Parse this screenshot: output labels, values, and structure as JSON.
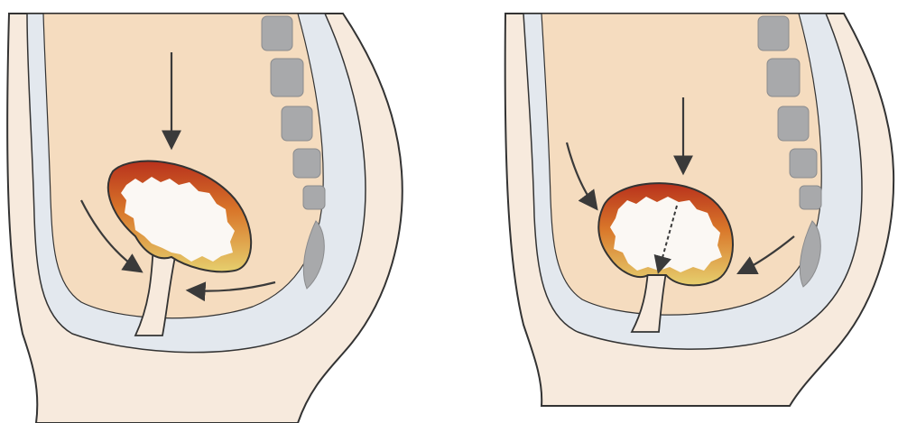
{
  "figure": {
    "panels": [
      {
        "id": "left",
        "arrows": [
          "down",
          "lower-left",
          "lower-right"
        ]
      },
      {
        "id": "right",
        "arrows": [
          "down",
          "upper-left",
          "lower-right",
          "internal-dashed"
        ]
      }
    ]
  },
  "colors": {
    "background": "#ffffff",
    "skin": "#f7eadd",
    "abdomen": "#f5dcbf",
    "peritoneal_layer": "#e3e8ee",
    "spine": "#a8a9ab",
    "outline": "#333333",
    "arrow": "#3a3a3a",
    "bladder_wall_top": "#b8311c",
    "bladder_wall_mid": "#d9772a",
    "bladder_wall_bottom": "#e6cf6e",
    "urine": "#fbf8f4"
  }
}
